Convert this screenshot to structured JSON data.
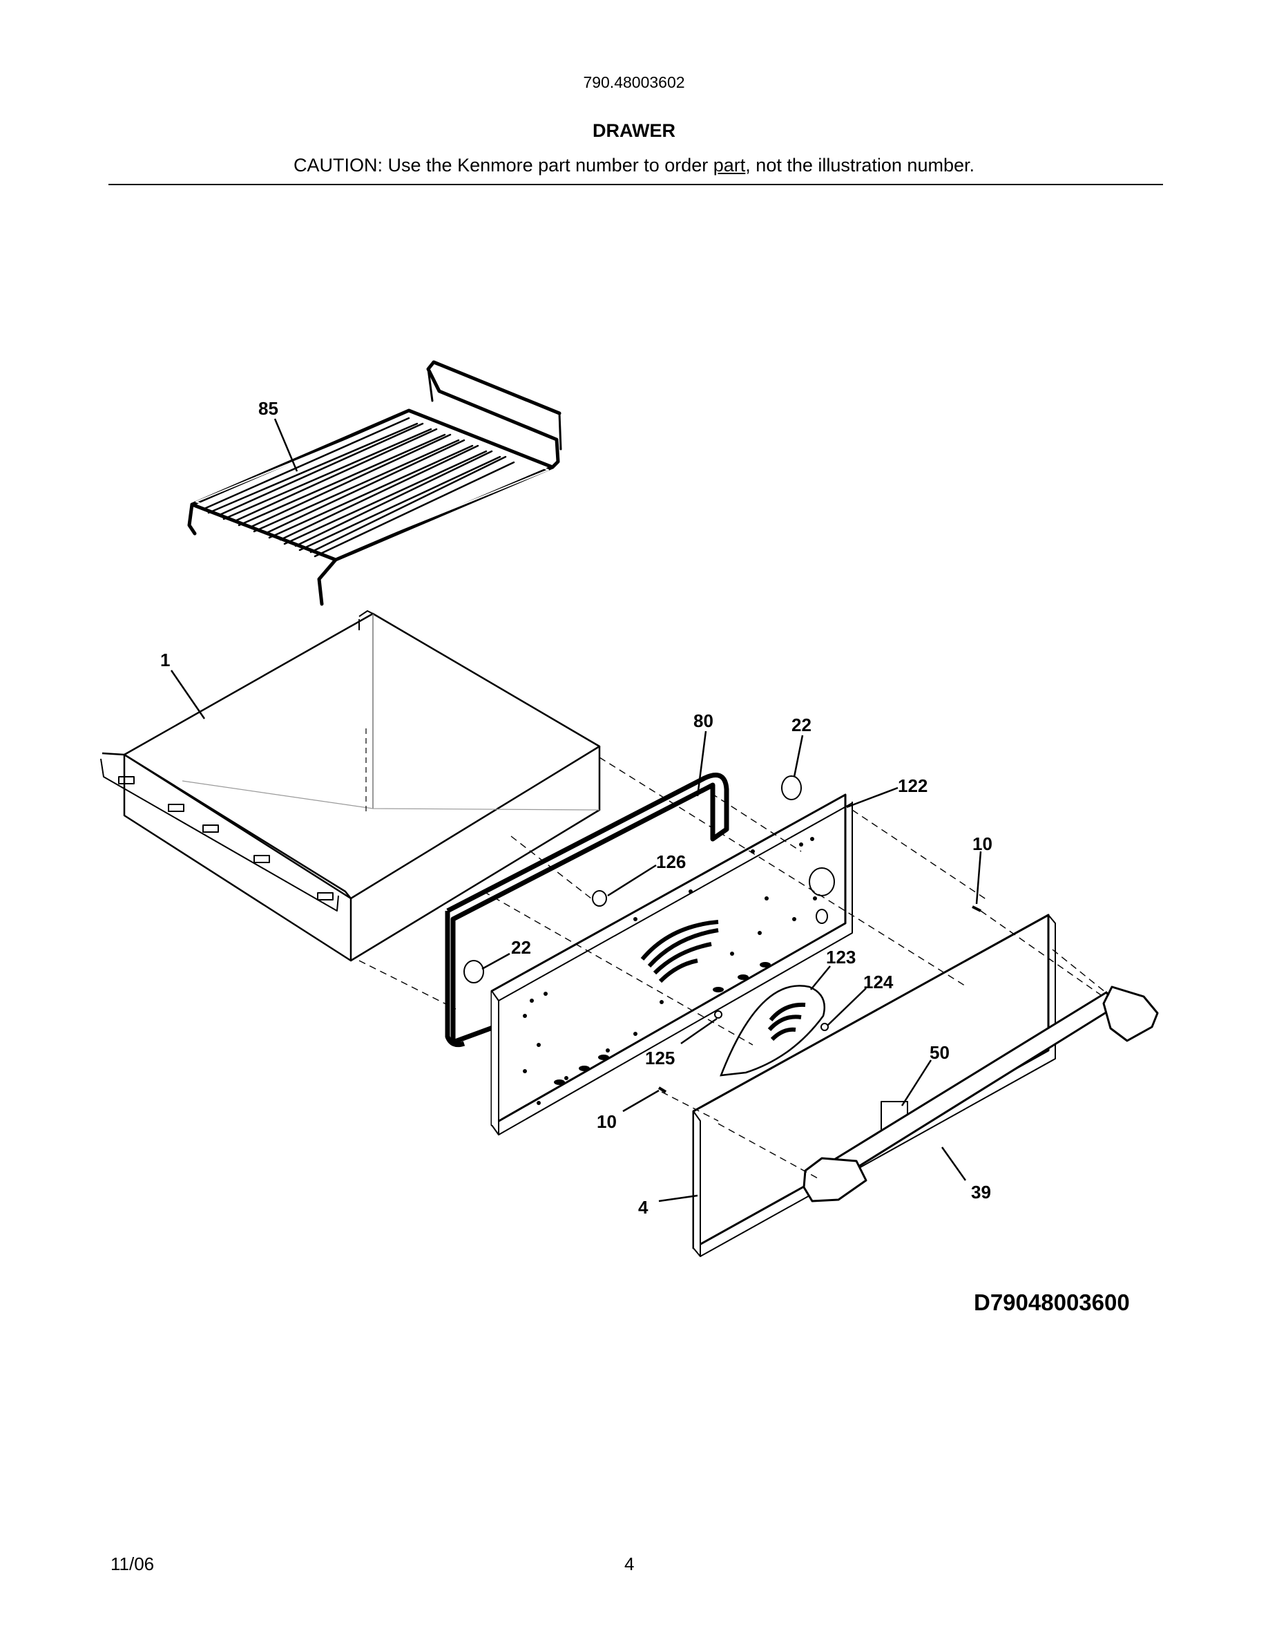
{
  "header": {
    "model_number": "790.48003602",
    "section_title": "DRAWER",
    "caution_prefix": "CAUTION: Use the Kenmore part number to order ",
    "caution_underlined": "part",
    "caution_suffix": ", not the illustration number."
  },
  "callouts": [
    "85",
    "1",
    "80",
    "22",
    "122",
    "126",
    "10",
    "22",
    "123",
    "124",
    "125",
    "50",
    "10",
    "4",
    "39"
  ],
  "diagram_id": "D79048003600",
  "footer": {
    "date": "11/06",
    "page": "4"
  }
}
